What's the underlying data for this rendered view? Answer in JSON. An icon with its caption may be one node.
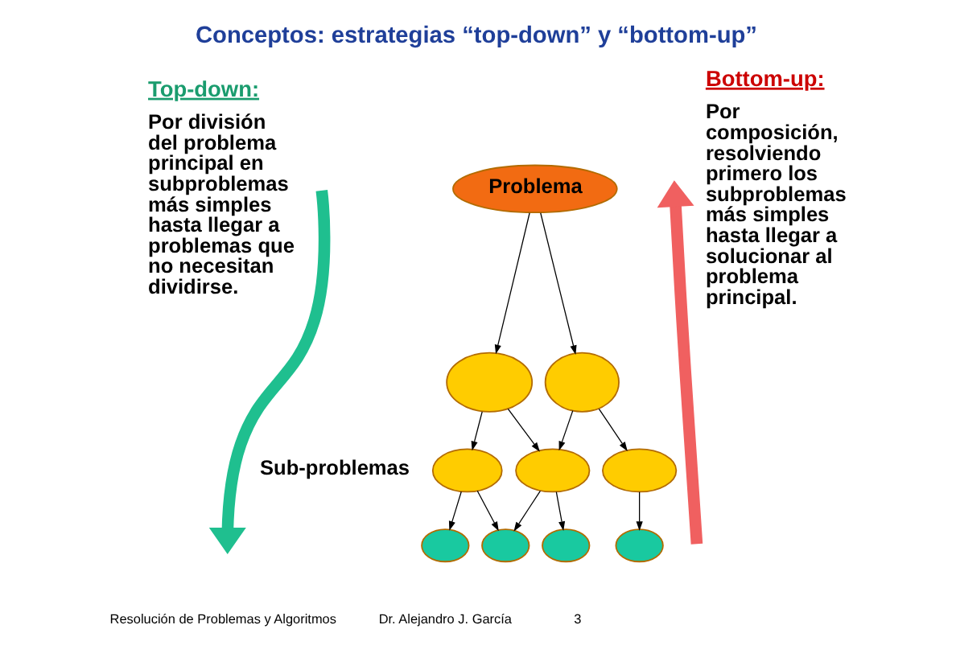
{
  "diagram": {
    "title": "Conceptos: estrategias “top-down” y “bottom-up”",
    "nodes": [
      {
        "text": [
          "Problema"
        ]
      },
      {
        "text": [],
        "shape": "ellipse"
      },
      {
        "text": [],
        "shape": "ellipse"
      },
      {
        "text": [],
        "shape": "ellipse"
      },
      {
        "text": [],
        "shape": "ellipse"
      },
      {
        "text": [],
        "shape": "ellipse"
      },
      {
        "text": [],
        "shape": "ellipse"
      },
      {
        "text": [],
        "shape": "ellipse"
      },
      {
        "text": [],
        "shape": "ellipse"
      },
      {
        "text": [],
        "shape": "ellipse"
      }
    ],
    "edges": [
      {
        "from": 0,
        "to": 1,
        "arrow": "to"
      },
      {
        "from": 0,
        "to": 2,
        "arrow": "to"
      },
      {
        "from": 1,
        "to": 3,
        "arrow": "to"
      },
      {
        "from": 1,
        "to": 4,
        "arrow": "to"
      },
      {
        "from": 2,
        "to": 4,
        "arrow": "to"
      },
      {
        "from": 2,
        "to": 5,
        "arrow": "to"
      },
      {
        "from": 3,
        "to": 6,
        "arrow": "to"
      },
      {
        "from": 3,
        "to": 7,
        "arrow": "to"
      },
      {
        "from": 4,
        "to": 7,
        "arrow": "to"
      },
      {
        "from": 4,
        "to": 8,
        "arrow": "to"
      },
      {
        "from": 5,
        "to": 9,
        "arrow": "to"
      }
    ],
    "labels": [
      "Top-down:",
      "Por división del problema principal en subproblemas más simples hasta llegar a problemas que no necesitan dividirse.",
      "Bottom-up:",
      "Por composición, resolviendo primero los subproblemas más simples hasta llegar a solucionar al problema principal.",
      "Sub-problemas",
      "Resolución de Problemas y Algoritmos",
      "Dr. Alejandro J. García",
      "3"
    ]
  }
}
